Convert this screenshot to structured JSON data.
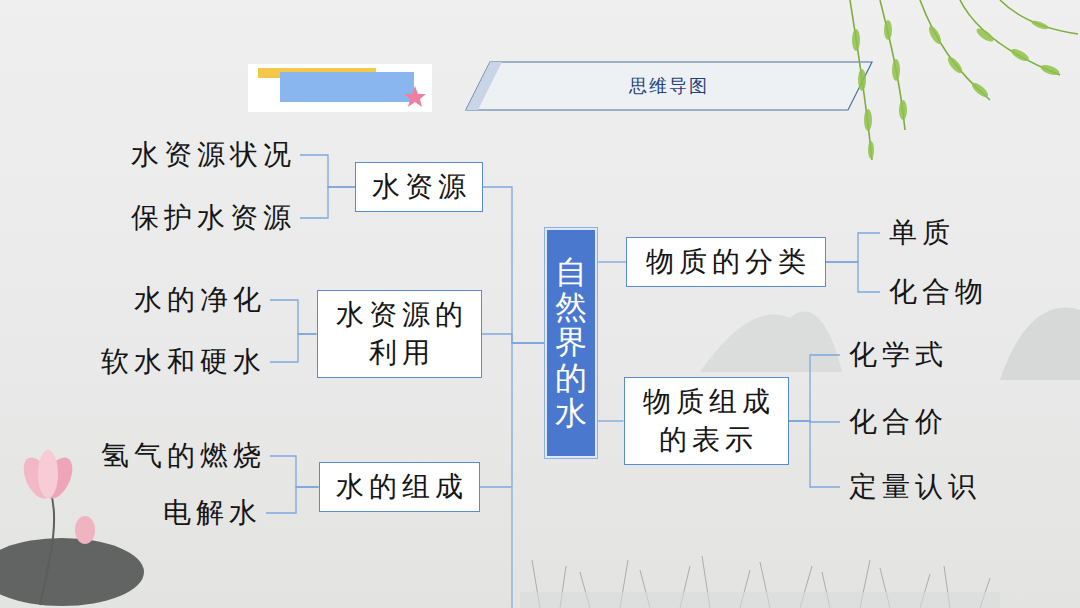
{
  "diagram": {
    "title": "思维导图",
    "nodes": [
      {
        "text": [
          "水资源状况"
        ]
      },
      {
        "text": [
          "保护水资源"
        ]
      },
      {
        "text": [
          "水资源"
        ]
      },
      {
        "text": [
          "水的净化"
        ]
      },
      {
        "text": [
          "软水和硬水"
        ]
      },
      {
        "text": [
          "水资源的利用"
        ]
      },
      {
        "text": [
          "氢气的燃烧"
        ]
      },
      {
        "text": [
          "电解水"
        ]
      },
      {
        "text": [
          "水的组成"
        ]
      },
      {
        "text": [
          "自然界的水"
        ]
      },
      {
        "text": [
          "物质的分类"
        ]
      },
      {
        "text": [
          "单质"
        ]
      },
      {
        "text": [
          "化合物"
        ]
      },
      {
        "text": [
          "物质组成的表示"
        ]
      },
      {
        "text": [
          "化学式"
        ]
      },
      {
        "text": [
          "化合价"
        ]
      },
      {
        "text": [
          "定量认识"
        ]
      }
    ],
    "edges": [
      {
        "from": 9,
        "to": 2,
        "arrow": "none"
      },
      {
        "from": 9,
        "to": 5,
        "arrow": "none"
      },
      {
        "from": 9,
        "to": 8,
        "arrow": "none"
      },
      {
        "from": 2,
        "to": 0,
        "arrow": "none"
      },
      {
        "from": 2,
        "to": 1,
        "arrow": "none"
      },
      {
        "from": 5,
        "to": 3,
        "arrow": "none"
      },
      {
        "from": 5,
        "to": 4,
        "arrow": "none"
      },
      {
        "from": 8,
        "to": 6,
        "arrow": "none"
      },
      {
        "from": 8,
        "to": 7,
        "arrow": "none"
      },
      {
        "from": 9,
        "to": 10,
        "arrow": "none"
      },
      {
        "from": 9,
        "to": 13,
        "arrow": "none"
      },
      {
        "from": 10,
        "to": 11,
        "arrow": "none"
      },
      {
        "from": 10,
        "to": 12,
        "arrow": "none"
      },
      {
        "from": 13,
        "to": 14,
        "arrow": "none"
      },
      {
        "from": 13,
        "to": 15,
        "arrow": "none"
      },
      {
        "from": 13,
        "to": 16,
        "arrow": "none"
      }
    ]
  }
}
